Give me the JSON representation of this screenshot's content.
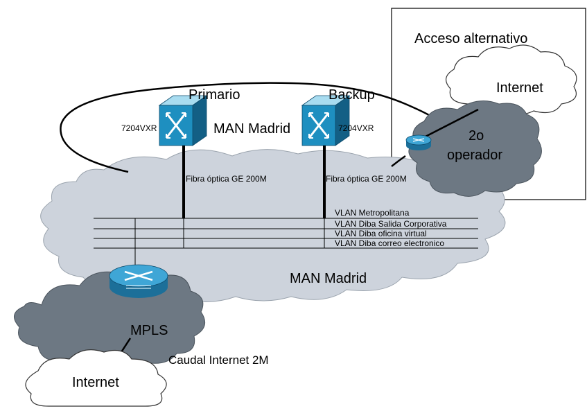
{
  "diagram": {
    "alt_access": {
      "title": "Acceso alternativo"
    },
    "devices": {
      "primary": {
        "label": "Primario",
        "model": "7204VXR"
      },
      "backup": {
        "label": "Backup",
        "model": "7204VXR"
      },
      "mpls_router": {
        "icon": "router-icon"
      },
      "operator_router": {
        "icon": "router-icon"
      }
    },
    "ring": {
      "label": "MAN Madrid"
    },
    "links": {
      "primary_fiber": "Fibra óptica GE 200M",
      "backup_fiber": "Fibra óptica GE 200M"
    },
    "vlans": [
      "VLAN Metropolitana",
      "VLAN Diba Salida Corporativa",
      "VLAN Diba oficina virtual",
      "VLAN Diba correo electronico"
    ],
    "clouds": {
      "man": "MAN Madrid",
      "internet_top": "Internet",
      "operator_line1": "2o",
      "operator_line2": "operador",
      "mpls": "MPLS",
      "internet_bottom": "Internet"
    },
    "caudal": "Caudal Internet 2M",
    "colors": {
      "light_cloud": "#cdd3dc",
      "dark_cloud": "#6d7883",
      "switch_face": "#1e8fc0",
      "router_face": "#2a89b8",
      "line": "#000000"
    }
  }
}
